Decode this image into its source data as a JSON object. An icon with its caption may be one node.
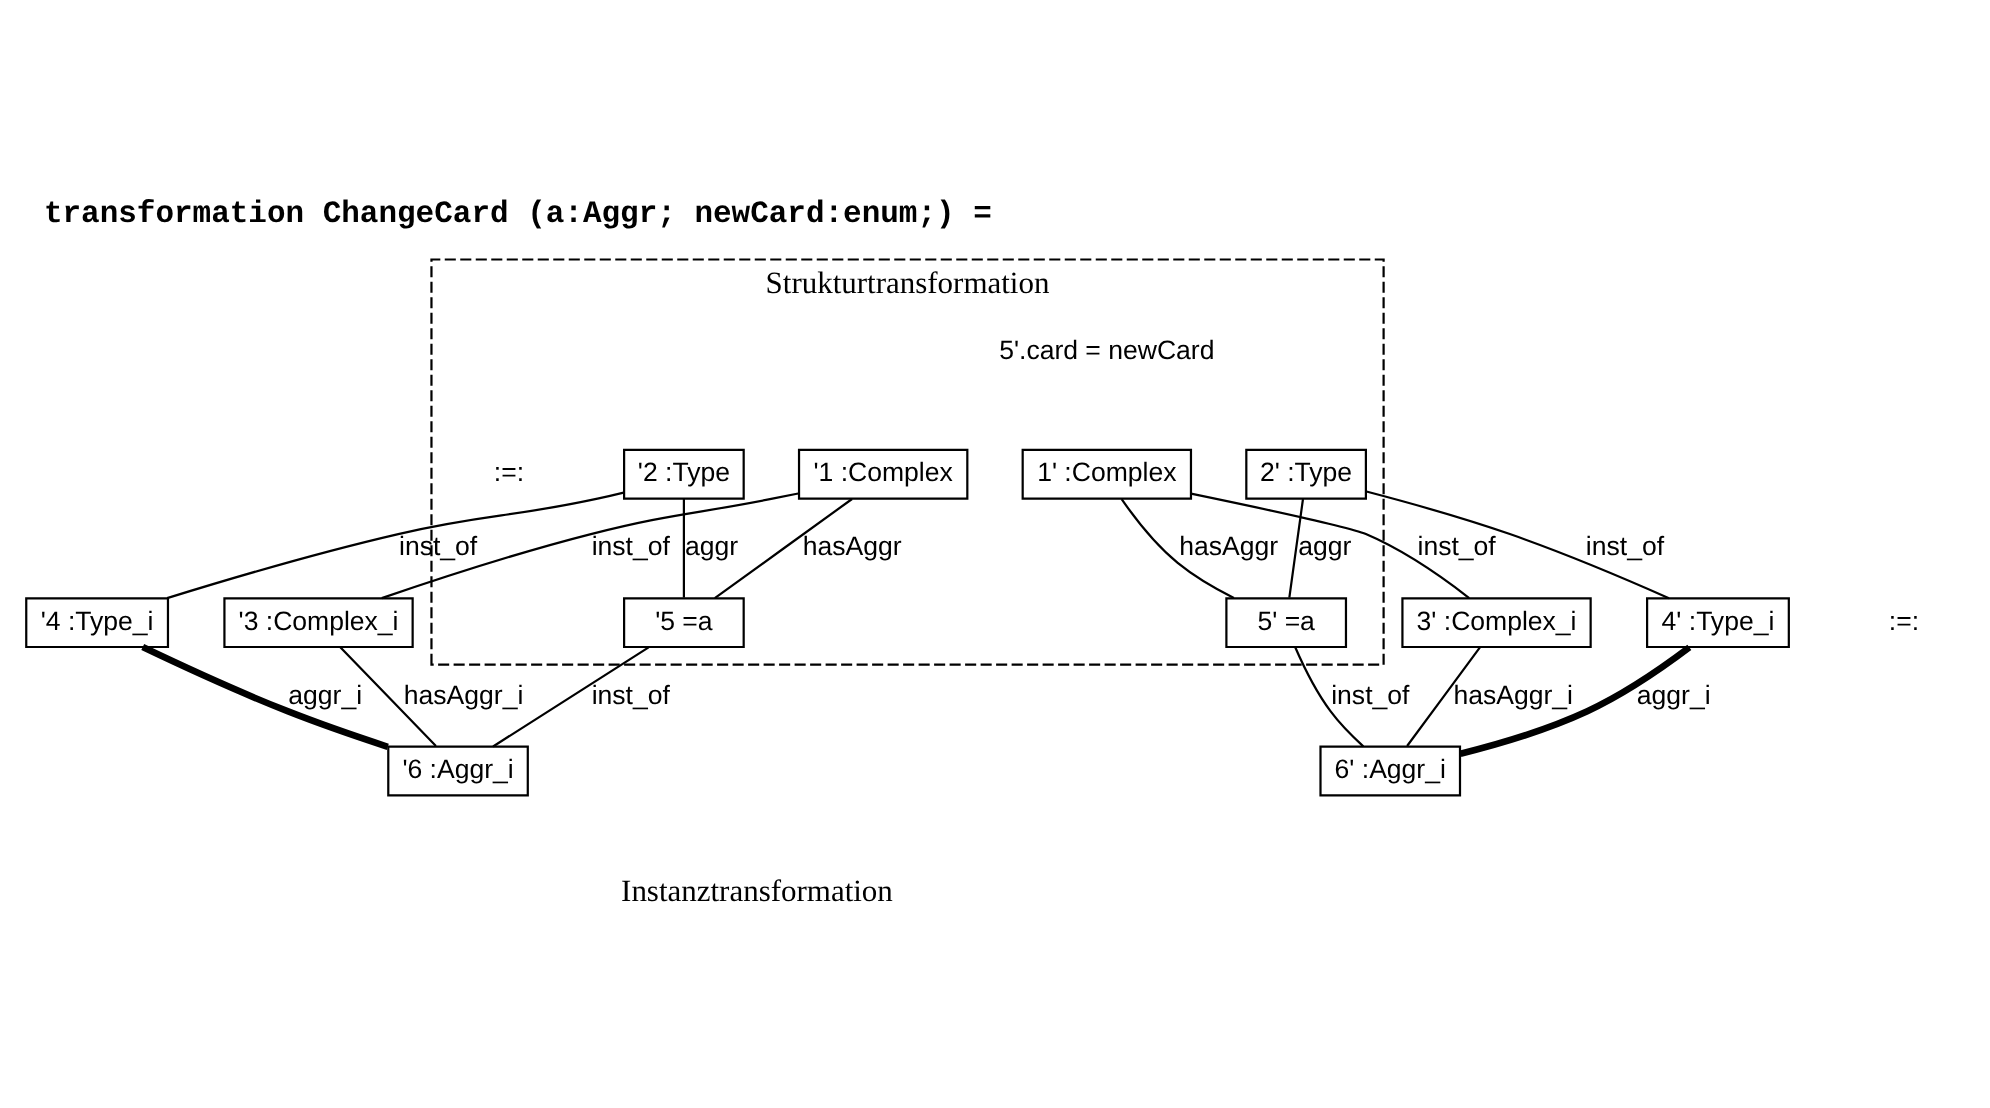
{
  "diagram": {
    "title": "transformation ChangeCard (a:Aggr; newCard:enum;) =",
    "caption": "Instanztransformation",
    "nodes": [
      {
        "text": [
          "Strukturtransformation"
        ]
      },
      {
        "text": [
          "'1 :Complex"
        ],
        "in": 0
      },
      {
        "text": [
          "'2 :Type"
        ],
        "in": 0
      },
      {
        "text": [
          "'5 =a"
        ],
        "in": 0
      },
      {
        "text": [
          "1' :Complex"
        ],
        "in": 0
      },
      {
        "text": [
          "2' :Type"
        ],
        "in": 0
      },
      {
        "text": [
          "5' =a"
        ],
        "in": 0
      },
      {
        "text": [
          "'3 :Complex_i"
        ]
      },
      {
        "text": [
          "'4 :Type_i"
        ]
      },
      {
        "text": [
          "'6 :Aggr_i"
        ]
      },
      {
        "text": [
          "3' :Complex_i"
        ]
      },
      {
        "text": [
          "4' :Type_i"
        ]
      },
      {
        "text": [
          "6' :Aggr_i"
        ]
      }
    ],
    "edges": [
      {
        "from": 1,
        "to": 3,
        "arrow": "none",
        "label": "hasAggr"
      },
      {
        "from": 2,
        "to": 3,
        "arrow": "none",
        "label": "aggr"
      },
      {
        "from": 1,
        "to": 7,
        "arrow": "none",
        "label": "inst_of"
      },
      {
        "from": 2,
        "to": 8,
        "arrow": "none",
        "label": "inst_of"
      },
      {
        "from": 3,
        "to": 9,
        "arrow": "none",
        "label": "inst_of"
      },
      {
        "from": 7,
        "to": 9,
        "arrow": "none",
        "label": "hasAggr_i"
      },
      {
        "from": 8,
        "to": 9,
        "arrow": "none",
        "label": "aggr_i",
        "style": "thick"
      },
      {
        "from": 4,
        "to": 6,
        "arrow": "none",
        "label": "hasAggr"
      },
      {
        "from": 5,
        "to": 6,
        "arrow": "none",
        "label": "aggr"
      },
      {
        "from": 4,
        "to": 10,
        "arrow": "none",
        "label": "inst_of"
      },
      {
        "from": 5,
        "to": 11,
        "arrow": "none",
        "label": "inst_of"
      },
      {
        "from": 6,
        "to": 12,
        "arrow": "none",
        "label": "inst_of"
      },
      {
        "from": 10,
        "to": 12,
        "arrow": "none",
        "label": "hasAggr_i"
      },
      {
        "from": 11,
        "to": 12,
        "arrow": "none",
        "label": "aggr_i",
        "style": "thick"
      }
    ],
    "labels": [
      "5'.card = newCard",
      ":=:",
      ":=:"
    ]
  }
}
